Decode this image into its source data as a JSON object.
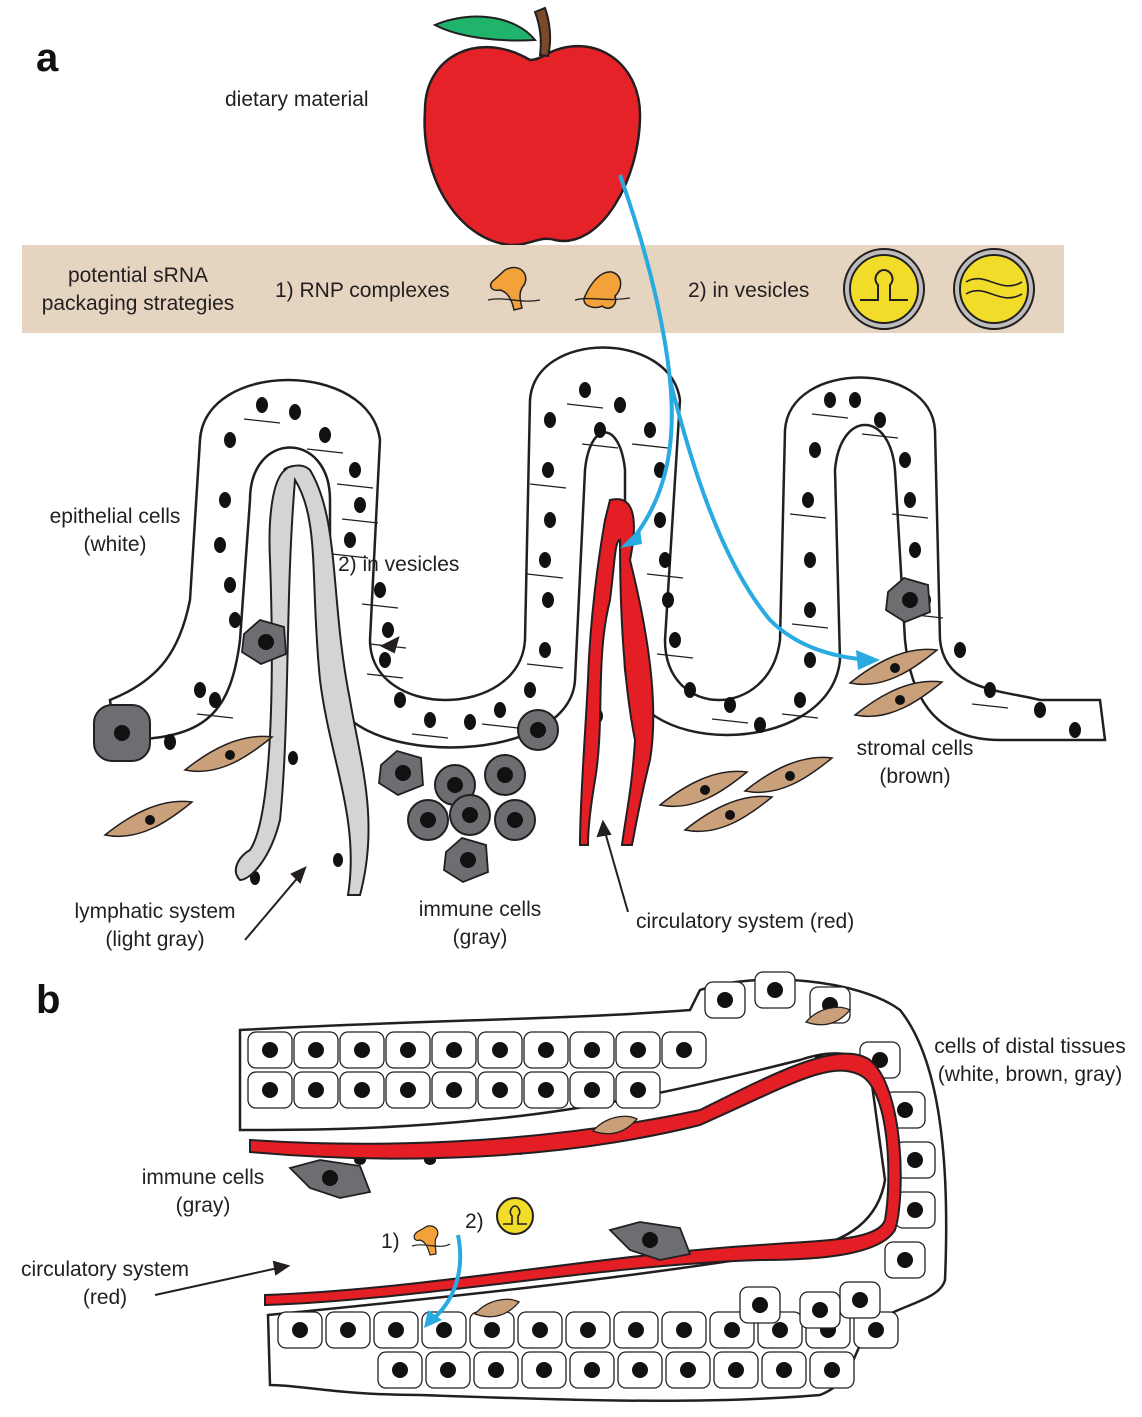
{
  "panels": {
    "a": "a",
    "b": "b"
  },
  "panel_a": {
    "dietary_material": "dietary material",
    "packaging_title_line1": "potential sRNA",
    "packaging_title_line2": "packaging strategies",
    "rnp_label": "1) RNP complexes",
    "vesicles_label": "2) in vesicles",
    "epithelial_line1": "epithelial cells",
    "epithelial_line2": "(white)",
    "vesicles_inline": "2) in vesicles",
    "stromal_line1": "stromal cells",
    "stromal_line2": "(brown)",
    "lymphatic_line1": "lymphatic system",
    "lymphatic_line2": "(light gray)",
    "immune_line1": "immune cells",
    "immune_line2": "(gray)",
    "circulatory": "circulatory system (red)"
  },
  "panel_b": {
    "distal_line1": "cells of distal tissues",
    "distal_line2": "(white, brown, gray)",
    "immune_line1": "immune cells",
    "immune_line2": "(gray)",
    "circulatory_line1": "circulatory system",
    "circulatory_line2": "(red)",
    "marker_1": "1)",
    "marker_2": "2)"
  },
  "colors": {
    "apple": "#e52227",
    "leaf": "#1fb36b",
    "stem": "#7a4a2a",
    "band": "#e5d4c0",
    "rnp": "#f3a23a",
    "vesicle": "#f2dc2a",
    "blood": "#e31e24",
    "lymph": "#d4d4d4",
    "immune": "#6d6e71",
    "stromal": "#c9a07a",
    "arrow": "#29aae1",
    "nucleus": "#111111"
  }
}
